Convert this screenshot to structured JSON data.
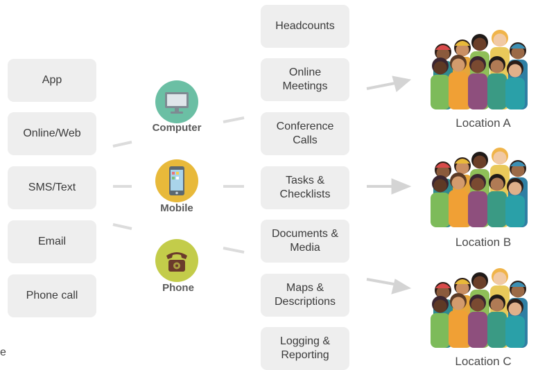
{
  "channels": [
    "App",
    "Online/Web",
    "SMS/Text",
    "Email",
    "Phone call"
  ],
  "devices": [
    {
      "label": "Computer",
      "color": "#6bbfa4",
      "icon": "monitor-icon"
    },
    {
      "label": "Mobile",
      "color": "#e8b93a",
      "icon": "smartphone-icon"
    },
    {
      "label": "Phone",
      "color": "#c3cc4a",
      "icon": "telephone-icon"
    }
  ],
  "features": [
    "Headcounts",
    "Online Meetings",
    "Conference Calls",
    "Tasks & Checklists",
    "Documents & Media",
    "Maps & Descriptions",
    "Logging & Reporting"
  ],
  "locations": [
    "Location A",
    "Location B",
    "Location C"
  ],
  "stray_text": "e",
  "colors": {
    "box_bg": "#eeeeee",
    "connector": "#dddddd",
    "arrow": "#d4d4d4"
  }
}
